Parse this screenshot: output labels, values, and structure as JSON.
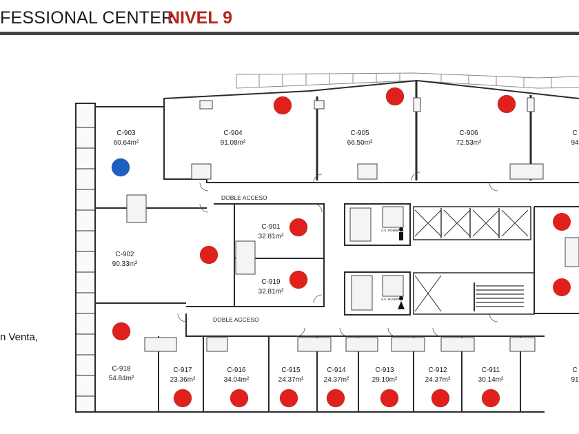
{
  "header": {
    "title": "FESSIONAL CENTER",
    "level": "NIVEL 9"
  },
  "side_note": "n Venta,",
  "corridor_labels": {
    "top": "DOBLE ACCESO",
    "bottom": "DOBLE ACCESO"
  },
  "units": [
    {
      "code": "C-903",
      "area": "60.64m²",
      "status": "blue"
    },
    {
      "code": "C-904",
      "area": "91.08m²",
      "status": "red"
    },
    {
      "code": "C-905",
      "area": "66.50m²",
      "status": "red"
    },
    {
      "code": "C-906",
      "area": "72.53m²",
      "status": "red"
    },
    {
      "code": "C",
      "area": "94",
      "status": "none"
    },
    {
      "code": "C-901",
      "area": "32.81m²",
      "status": "red"
    },
    {
      "code": "C-902",
      "area": "90.33m²",
      "status": "red"
    },
    {
      "code": "C-919",
      "area": "32.81m²",
      "status": "red"
    },
    {
      "code": "C-918",
      "area": "54.84m²",
      "status": "red"
    },
    {
      "code": "C-917",
      "area": "23.36m²",
      "status": "red"
    },
    {
      "code": "C-916",
      "area": "34.04m²",
      "status": "red"
    },
    {
      "code": "C-915",
      "area": "24.37m²",
      "status": "red"
    },
    {
      "code": "C-914",
      "area": "24.37m²",
      "status": "red"
    },
    {
      "code": "C-913",
      "area": "29.10m²",
      "status": "red"
    },
    {
      "code": "C-912",
      "area": "24.37m²",
      "status": "red"
    },
    {
      "code": "C-911",
      "area": "30.14m²",
      "status": "red"
    },
    {
      "code": "C",
      "area": "91",
      "status": "none"
    }
  ],
  "extra_markers": [
    "red",
    "red"
  ],
  "restroom_labels": {
    "men": "S.S. HOMBRES",
    "women": "S.S. MUJERES"
  },
  "colors": {
    "sold": "#e0201a",
    "available": "#1f5fc4",
    "wall": "#2b2b2b",
    "accent": "#b3261e"
  }
}
